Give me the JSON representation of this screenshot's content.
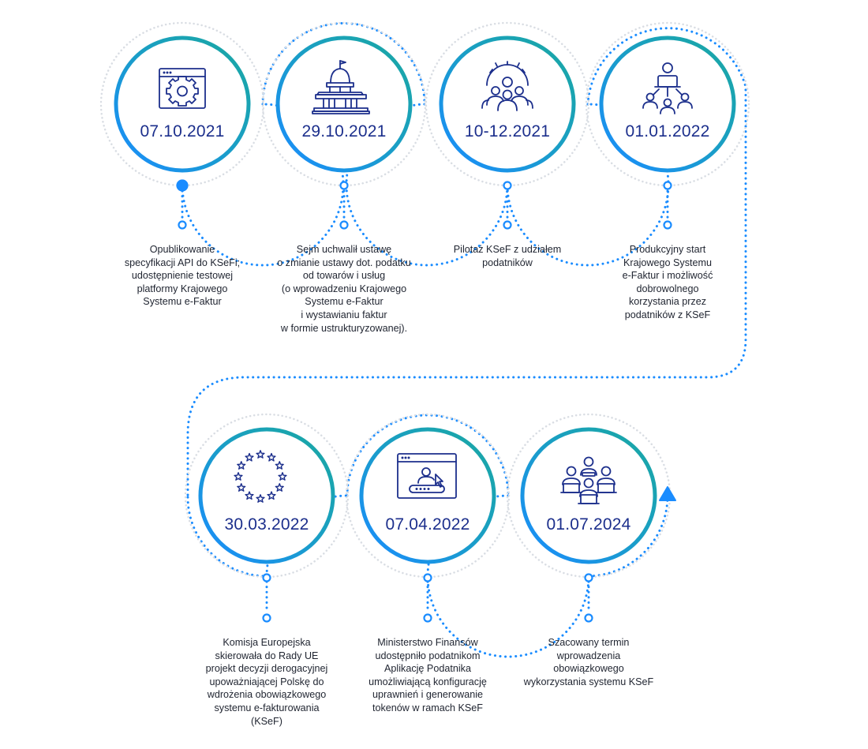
{
  "colors": {
    "accent_blue": "#1a8cff",
    "ring_teal": "#1aa3a8",
    "ring_gray": "#d9dde3",
    "icon_navy": "#1c2f8c",
    "text": "#1f2430"
  },
  "milestones": [
    {
      "date": "07.10.2021",
      "icon": "browser-gear-icon",
      "description": [
        "Opublikowanie",
        "specyfikacji API do KSeFi;",
        "udostępnienie testowej",
        "platformy Krajowego",
        "Systemu e-Faktur"
      ]
    },
    {
      "date": "29.10.2021",
      "icon": "parliament-building-icon",
      "description": [
        "Sejm uchwalił ustawę",
        "o zmianie ustawy dot. podatku",
        "od towarów i usług",
        "(o wprowadzeniu Krajowego",
        "Systemu e-Faktur",
        "i wystawianiu faktur",
        "w formie ustrukturyzowanej)."
      ]
    },
    {
      "date": "10-12.2021",
      "icon": "team-gear-icon",
      "description": [
        "Pilotaż KSeF z udziałem",
        "podatników"
      ]
    },
    {
      "date": "01.01.2022",
      "icon": "network-users-icon",
      "description": [
        "Produkcyjny start",
        "Krajowego Systemu",
        "e-Faktur i możliwość",
        "dobrowolnego",
        "korzystania przez",
        "podatników z KSeF"
      ]
    },
    {
      "date": "30.03.2022",
      "icon": "eu-stars-icon",
      "description": [
        "Komisja Europejska",
        "skierowała do Rady UE",
        "projekt decyzji derogacyjnej",
        "upoważniającej Polskę do",
        "wdrożenia obowiązkowego",
        "systemu e-fakturowania",
        "(KSeF)"
      ]
    },
    {
      "date": "07.04.2022",
      "icon": "browser-login-icon",
      "description": [
        "Ministerstwo Finansów",
        "udostępniło podatnikom",
        "Aplikację Podatnika",
        "umożliwiającą konfigurację",
        "uprawnień i generowanie",
        "tokenów w ramach KSeF"
      ]
    },
    {
      "date": "01.07.2024",
      "icon": "group-laptops-icon",
      "description": [
        "Szacowany termin",
        "wprowadzenia",
        "obowiązkowego",
        "wykorzystania systemu KSeF"
      ]
    }
  ]
}
